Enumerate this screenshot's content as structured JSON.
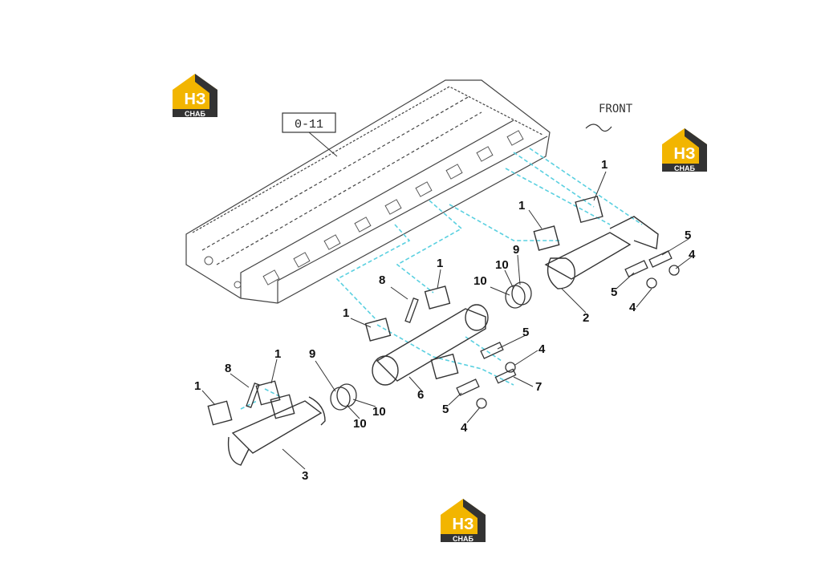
{
  "diagram": {
    "reference_box": "0-11",
    "front_label": "FRONT",
    "callouts": {
      "c1a": "1",
      "c1b": "1",
      "c1c": "1",
      "c1d": "1",
      "c1e": "1",
      "c1f": "1",
      "c2": "2",
      "c3": "3",
      "c4a": "4",
      "c4b": "4",
      "c4c": "4",
      "c4d": "4",
      "c5a": "5",
      "c5b": "5",
      "c5c": "5",
      "c5d": "5",
      "c6": "6",
      "c7": "7",
      "c8a": "8",
      "c8b": "8",
      "c9a": "9",
      "c9b": "9",
      "c10a": "10",
      "c10b": "10",
      "c10c": "10",
      "c10d": "10"
    }
  },
  "watermark": {
    "top_glyph": "НЗ",
    "bottom_text": "СНАБ"
  },
  "colors": {
    "line": "#333333",
    "guide": "#5ad0e0",
    "logo_yellow": "#f2b500",
    "logo_dark": "#333333"
  }
}
